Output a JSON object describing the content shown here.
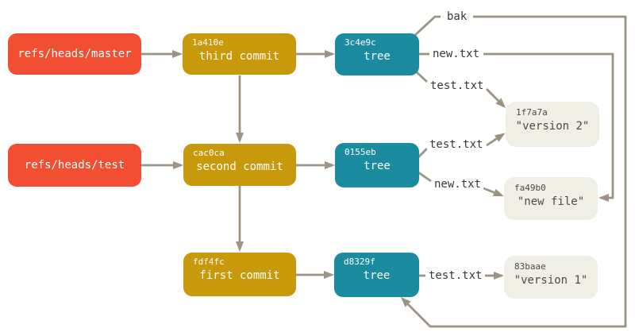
{
  "diagram": {
    "title": "git-data-model-with-references",
    "refs": [
      {
        "label": "refs/heads/master"
      },
      {
        "label": "refs/heads/test"
      }
    ],
    "commits": [
      {
        "hash": "1a410e",
        "label": "third commit"
      },
      {
        "hash": "cac0ca",
        "label": "second commit"
      },
      {
        "hash": "fdf4fc",
        "label": "first commit"
      }
    ],
    "trees": [
      {
        "hash": "3c4e9c",
        "label": "tree"
      },
      {
        "hash": "0155eb",
        "label": "tree"
      },
      {
        "hash": "d8329f",
        "label": "tree"
      }
    ],
    "blobs": [
      {
        "hash": "1f7a7a",
        "label": "\"version 2\""
      },
      {
        "hash": "fa49b0",
        "label": "\"new file\""
      },
      {
        "hash": "83baae",
        "label": "\"version 1\""
      }
    ],
    "edge_labels": [
      {
        "text": "bak"
      },
      {
        "text": "new.txt"
      },
      {
        "text": "test.txt"
      },
      {
        "text": "test.txt"
      },
      {
        "text": "new.txt"
      },
      {
        "text": "test.txt"
      }
    ],
    "colors": {
      "ref_bg": "#f14e32",
      "commit_bg": "#c8990a",
      "tree_bg": "#1b8ca0",
      "blob_bg": "#f0efe6",
      "blob_text": "#4e4a43",
      "arrow": "#9c9384",
      "label_bg": "#ffffff",
      "label_text": "#3b3833",
      "node_text": "#ffffff"
    }
  }
}
